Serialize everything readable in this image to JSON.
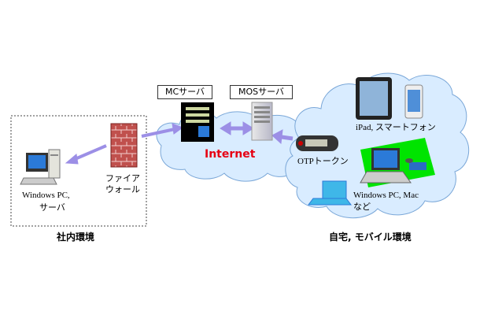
{
  "servers": {
    "mc_label": "MCサーバ",
    "mos_label": "MOSサーバ"
  },
  "internet": {
    "label": "Internet",
    "color": "#e60012"
  },
  "office": {
    "caption": "社内環境",
    "pc_label_line1": "Windows PC,",
    "pc_label_line2": "サーバ",
    "firewall_line1": "ファイア",
    "firewall_line2": "ウォール"
  },
  "remote": {
    "caption": "自宅, モバイル環境",
    "ipad_label": "iPad, スマートフォン",
    "otp_label": "OTPトークン",
    "pc_label_line1": "Windows PC, Mac",
    "pc_label_line2": "など"
  },
  "colors": {
    "cloud": "#d9ecff",
    "arrow": "#9c8fe6",
    "laptop_bg": "#00e400"
  }
}
